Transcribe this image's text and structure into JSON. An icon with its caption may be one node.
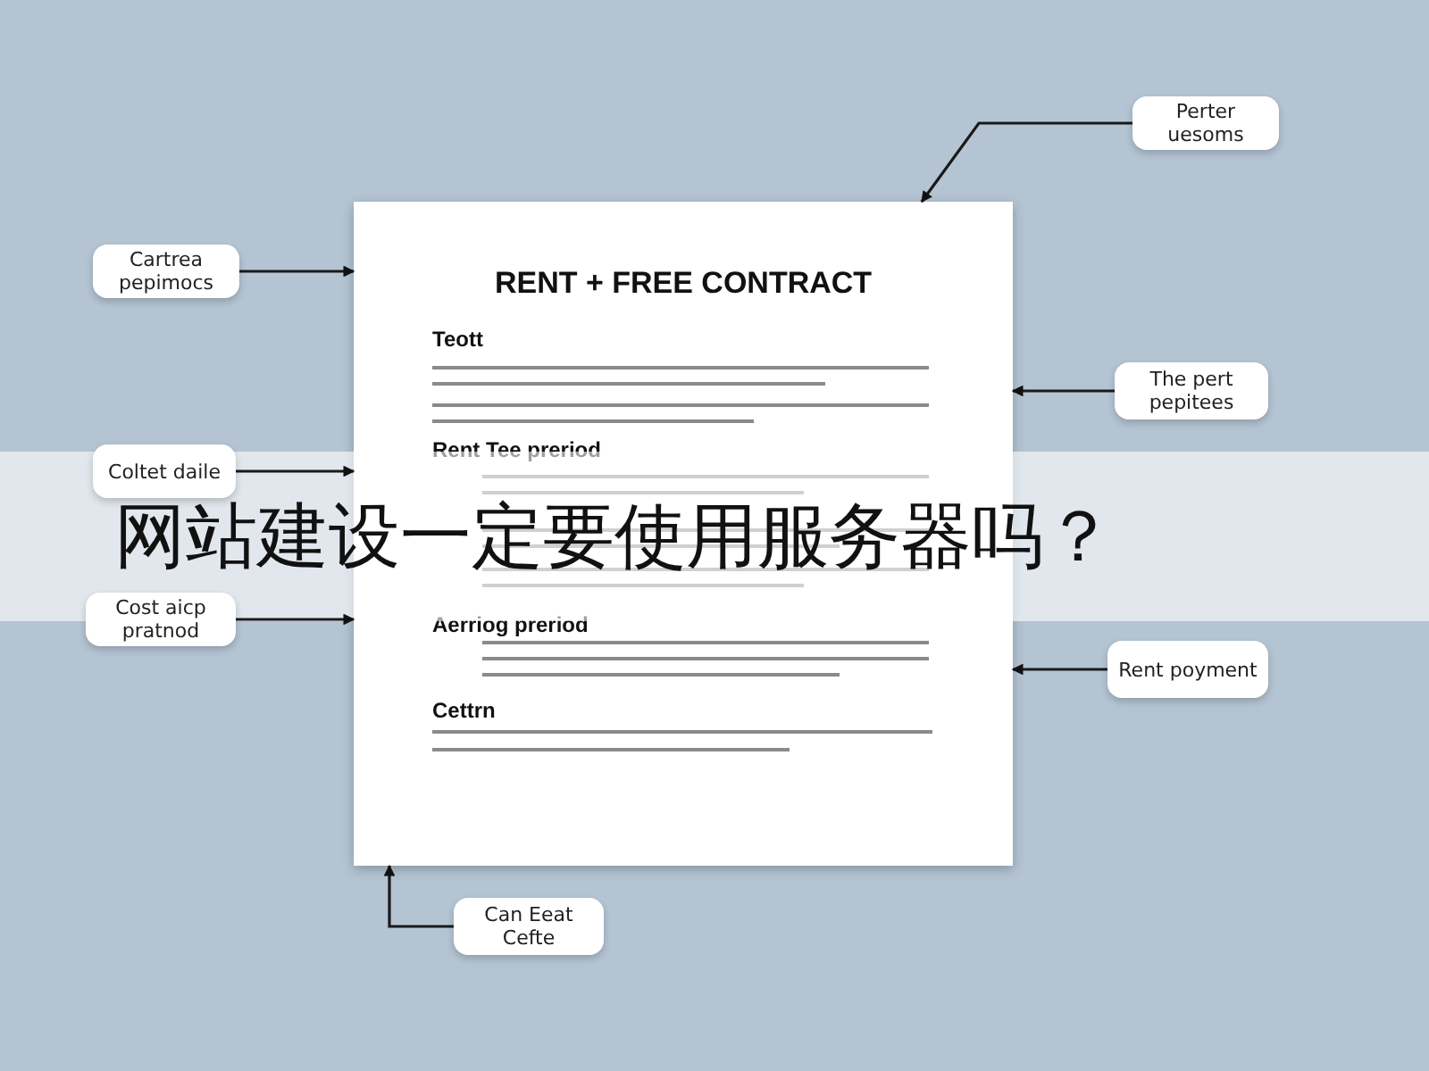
{
  "diagram": {
    "title": "网站建设一定要使用服务器吗？",
    "nodes": [
      {
        "text": [
          "RENT + FREE CONTRACT",
          "Teott",
          "Rent Tee preriod",
          "Aerriog preriod",
          "Cettrn"
        ]
      },
      {
        "text": [
          "Cartrea pepimocs"
        ]
      },
      {
        "text": [
          "Perter uesoms"
        ]
      },
      {
        "text": [
          "The pert pepitees"
        ]
      },
      {
        "text": [
          "Coltet daile"
        ]
      },
      {
        "text": [
          "Cost aicp pratnod"
        ]
      },
      {
        "text": [
          "Rent poyment"
        ]
      },
      {
        "text": [
          "Can Eeat Cefte"
        ]
      }
    ],
    "edges": [
      {
        "from": 1,
        "to": 0,
        "arrow": "to"
      },
      {
        "from": 2,
        "to": 0,
        "arrow": "to"
      },
      {
        "from": 3,
        "to": 0,
        "arrow": "to"
      },
      {
        "from": 4,
        "to": 0,
        "arrow": "to"
      },
      {
        "from": 5,
        "to": 0,
        "arrow": "to"
      },
      {
        "from": 6,
        "to": 0,
        "arrow": "to"
      },
      {
        "from": 7,
        "to": 0,
        "arrow": "to"
      }
    ]
  }
}
